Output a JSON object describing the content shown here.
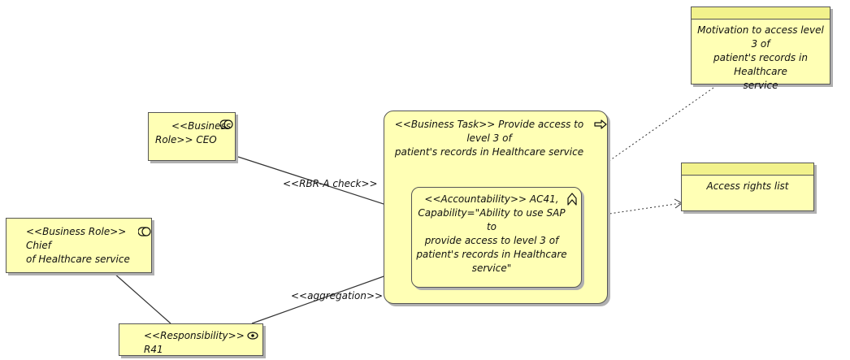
{
  "nodes": {
    "ceo": {
      "line1": "<<Business",
      "line2": "Role>> CEO"
    },
    "chief": {
      "line1": "<<Business Role>> Chief",
      "line2": "of Healthcare service"
    },
    "responsibility": {
      "text": "<<Responsibility>> R41"
    },
    "task": {
      "line1": "<<Business Task>> Provide access to level 3 of",
      "line2": "patient's records in Healthcare service"
    },
    "accountability": {
      "line1": "<<Accountability>> AC41,",
      "line2": "Capability=\"Ability to use SAP to",
      "line3": "provide access to level 3 of",
      "line4": "patient's records in Healthcare",
      "line5": "service\""
    },
    "motivation": {
      "line1": "Motivation to access level 3 of",
      "line2": "patient's records in Healthcare",
      "line3": "service"
    },
    "access": {
      "text": "Access rights list"
    }
  },
  "edges": {
    "rbr": "<<RBR-A check>>",
    "aggregation": "<<aggregation>>"
  }
}
